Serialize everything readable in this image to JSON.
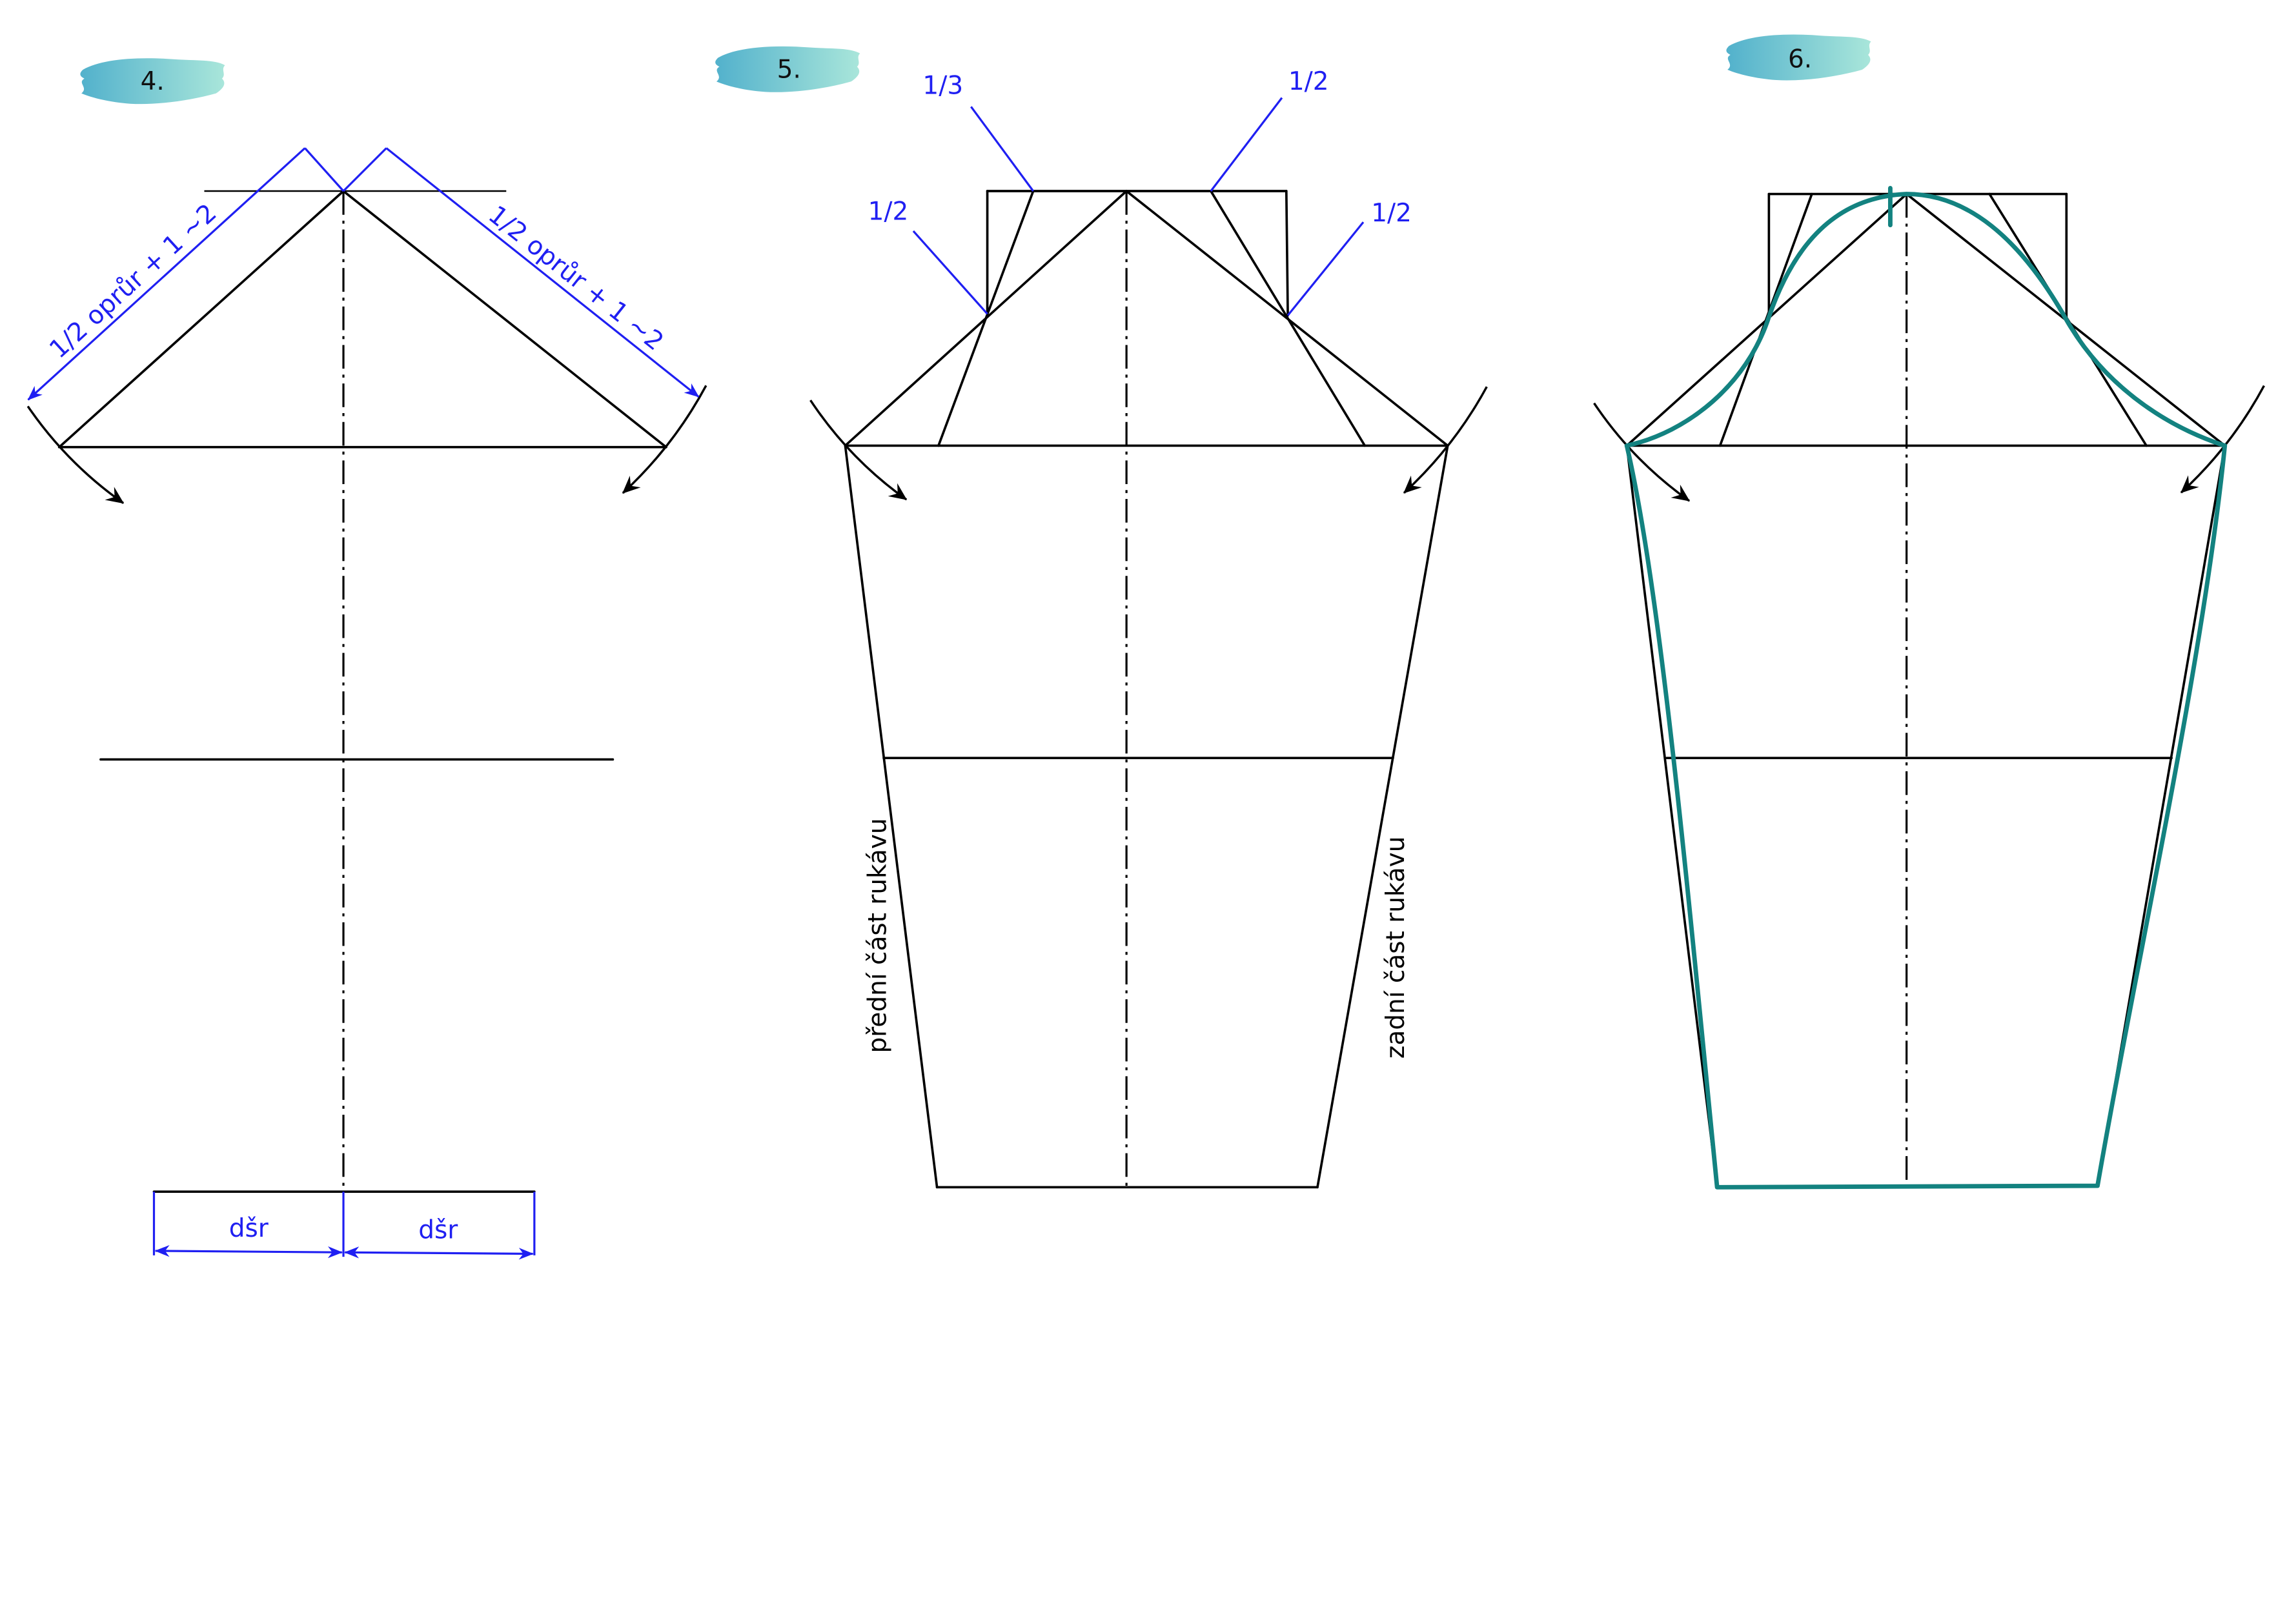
{
  "steps": [
    {
      "number": "4.",
      "cap_dimension_labels": [
        "1/2 oprůr + 1 ~2",
        "1/2 oprůr + 1 ~2"
      ],
      "width_labels": [
        "dšr",
        "dšr"
      ]
    },
    {
      "number": "5.",
      "division_labels": [
        "1/3",
        "1/2",
        "1/2",
        "1/2"
      ],
      "panel_labels": [
        "přední část rukávu",
        "zadní část rukávu"
      ]
    },
    {
      "number": "6."
    }
  ],
  "colors": {
    "construction_line": "#000000",
    "annotation": "#1f1ff2",
    "final_outline": "#138280",
    "brush_left": "#52b1cc",
    "brush_right": "#a9e6da",
    "background": "#ffffff"
  }
}
